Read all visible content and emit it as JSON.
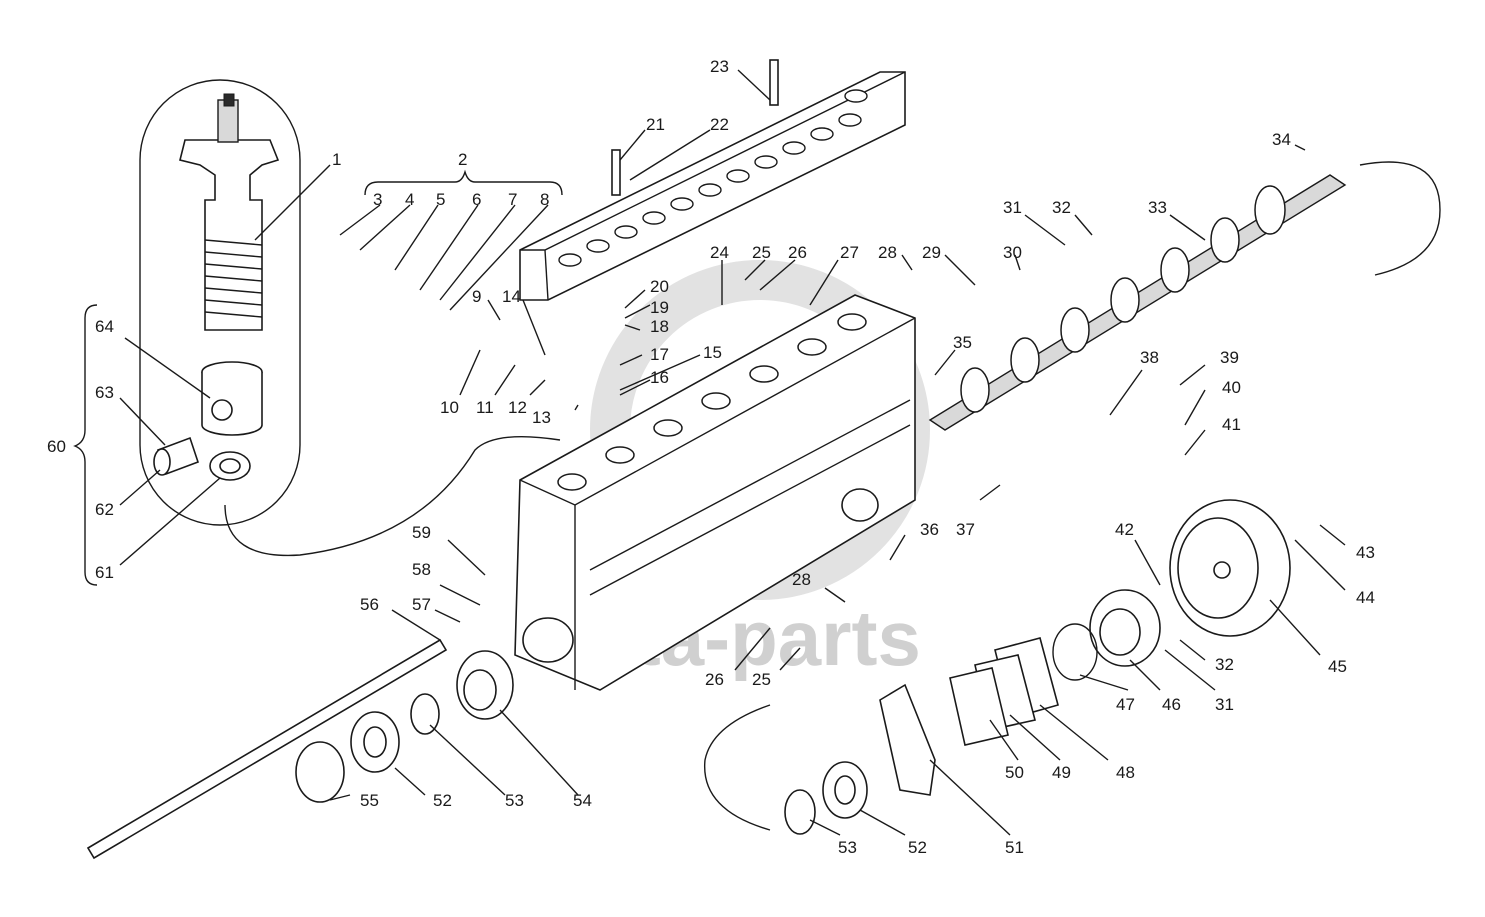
{
  "watermark": "vata-parts",
  "callouts": [
    {
      "id": "c1",
      "text": "1"
    },
    {
      "id": "c2",
      "text": "2"
    },
    {
      "id": "c3",
      "text": "3"
    },
    {
      "id": "c4",
      "text": "4"
    },
    {
      "id": "c5",
      "text": "5"
    },
    {
      "id": "c6",
      "text": "6"
    },
    {
      "id": "c7",
      "text": "7"
    },
    {
      "id": "c8",
      "text": "8"
    },
    {
      "id": "c9",
      "text": "9"
    },
    {
      "id": "c10",
      "text": "10"
    },
    {
      "id": "c11",
      "text": "11"
    },
    {
      "id": "c12",
      "text": "12"
    },
    {
      "id": "c13",
      "text": "13"
    },
    {
      "id": "c14",
      "text": "14"
    },
    {
      "id": "c15",
      "text": "15"
    },
    {
      "id": "c16",
      "text": "16"
    },
    {
      "id": "c17",
      "text": "17"
    },
    {
      "id": "c18",
      "text": "18"
    },
    {
      "id": "c19",
      "text": "19"
    },
    {
      "id": "c20",
      "text": "20"
    },
    {
      "id": "c21",
      "text": "21"
    },
    {
      "id": "c22",
      "text": "22"
    },
    {
      "id": "c23",
      "text": "23"
    },
    {
      "id": "c24",
      "text": "24"
    },
    {
      "id": "c25a",
      "text": "25"
    },
    {
      "id": "c26a",
      "text": "26"
    },
    {
      "id": "c27",
      "text": "27"
    },
    {
      "id": "c28a",
      "text": "28"
    },
    {
      "id": "c29",
      "text": "29"
    },
    {
      "id": "c30",
      "text": "30"
    },
    {
      "id": "c31a",
      "text": "31"
    },
    {
      "id": "c32a",
      "text": "32"
    },
    {
      "id": "c33",
      "text": "33"
    },
    {
      "id": "c34",
      "text": "34"
    },
    {
      "id": "c35",
      "text": "35"
    },
    {
      "id": "c36",
      "text": "36"
    },
    {
      "id": "c37",
      "text": "37"
    },
    {
      "id": "c38",
      "text": "38"
    },
    {
      "id": "c39",
      "text": "39"
    },
    {
      "id": "c40",
      "text": "40"
    },
    {
      "id": "c41",
      "text": "41"
    },
    {
      "id": "c42",
      "text": "42"
    },
    {
      "id": "c43",
      "text": "43"
    },
    {
      "id": "c44",
      "text": "44"
    },
    {
      "id": "c45",
      "text": "45"
    },
    {
      "id": "c46",
      "text": "46"
    },
    {
      "id": "c47",
      "text": "47"
    },
    {
      "id": "c48",
      "text": "48"
    },
    {
      "id": "c49",
      "text": "49"
    },
    {
      "id": "c50",
      "text": "50"
    },
    {
      "id": "c51",
      "text": "51"
    },
    {
      "id": "c52a",
      "text": "52"
    },
    {
      "id": "c52b",
      "text": "52"
    },
    {
      "id": "c53a",
      "text": "53"
    },
    {
      "id": "c53b",
      "text": "53"
    },
    {
      "id": "c54",
      "text": "54"
    },
    {
      "id": "c55",
      "text": "55"
    },
    {
      "id": "c56",
      "text": "56"
    },
    {
      "id": "c57",
      "text": "57"
    },
    {
      "id": "c58",
      "text": "58"
    },
    {
      "id": "c59",
      "text": "59"
    },
    {
      "id": "c60",
      "text": "60"
    },
    {
      "id": "c61",
      "text": "61"
    },
    {
      "id": "c62",
      "text": "62"
    },
    {
      "id": "c63",
      "text": "63"
    },
    {
      "id": "c64",
      "text": "64"
    },
    {
      "id": "c25b",
      "text": "25"
    },
    {
      "id": "c26b",
      "text": "26"
    },
    {
      "id": "c28b",
      "text": "28"
    },
    {
      "id": "c31b",
      "text": "31"
    },
    {
      "id": "c32b",
      "text": "32"
    }
  ]
}
